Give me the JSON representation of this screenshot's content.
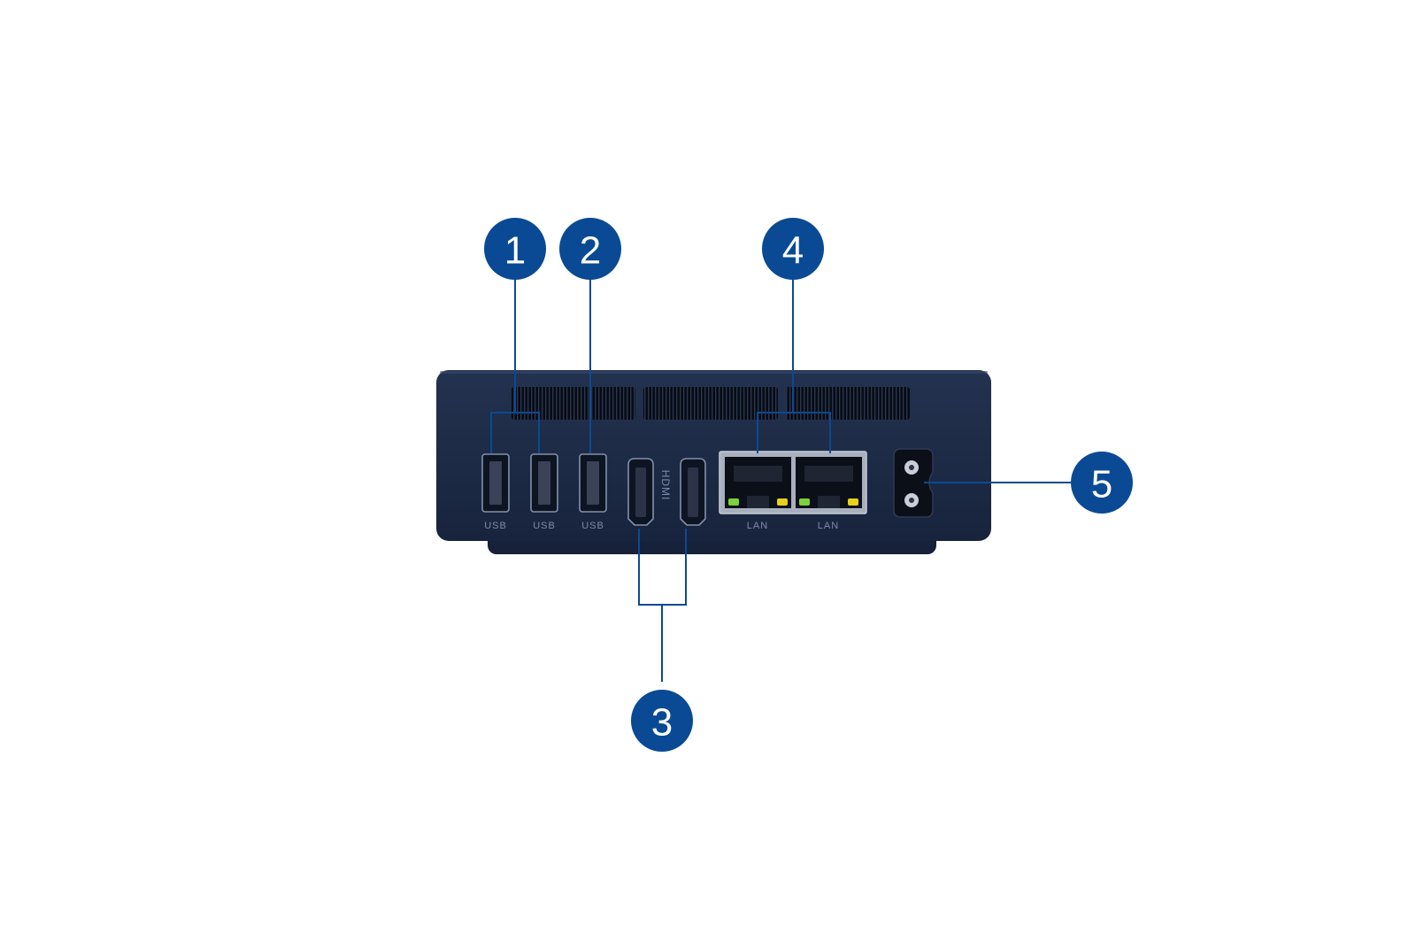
{
  "callouts": [
    {
      "id": "1",
      "label": "1"
    },
    {
      "id": "2",
      "label": "2"
    },
    {
      "id": "3",
      "label": "3"
    },
    {
      "id": "4",
      "label": "4"
    },
    {
      "id": "5",
      "label": "5"
    }
  ],
  "ports": {
    "usb_1_label": "USB",
    "usb_2_label": "USB",
    "usb_3_label": "USB",
    "hdmi_label": "HDMI",
    "lan_1_label": "LAN",
    "lan_2_label": "LAN"
  },
  "colors": {
    "callout": "#0a4a94",
    "chassis": "#1c2a45",
    "leader_line": "#0a4a94",
    "led_green": "#7bd23a",
    "led_yellow": "#e6d21a"
  }
}
